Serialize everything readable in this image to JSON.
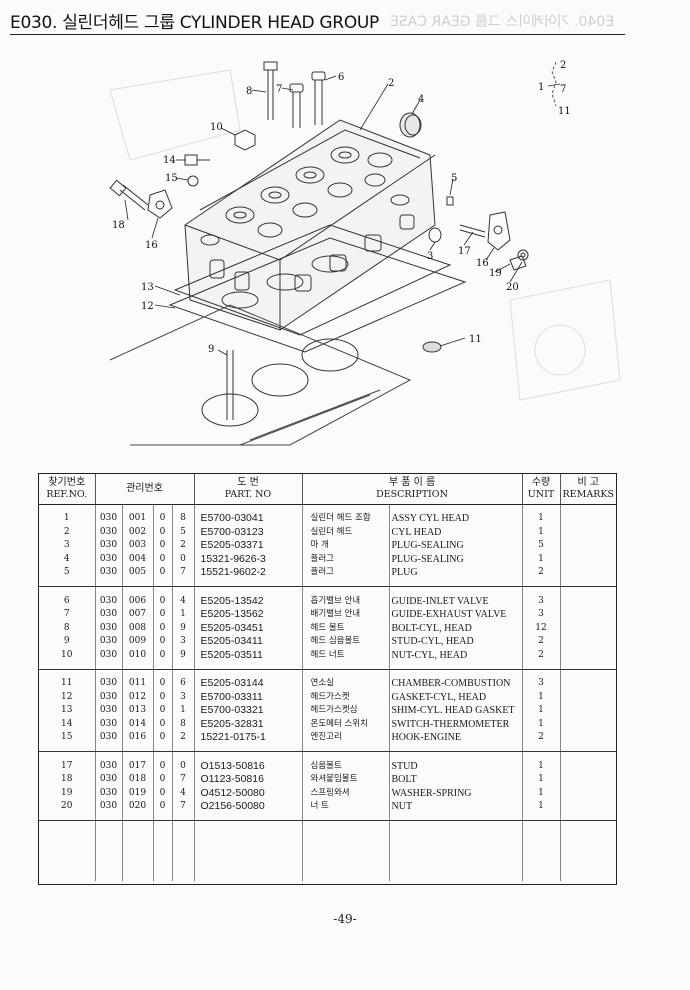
{
  "header": {
    "title": "E030. 실린더헤드 그룹 CYLINDER HEAD GROUP",
    "ghost": "E040. 기어케이스 그룹 GEAR CASE",
    "ghost_right": "E040. 기어케이스 그룹"
  },
  "diagram": {
    "callouts": [
      "1",
      "2",
      "3",
      "4",
      "5",
      "6",
      "7",
      "8",
      "9",
      "10",
      "11",
      "12",
      "13",
      "14",
      "15",
      "16",
      "17",
      "18",
      "19",
      "20"
    ],
    "index": {
      "n1": "1",
      "n2": "2",
      "n7": "7",
      "n11": "11"
    }
  },
  "table": {
    "headers": {
      "ref_kr": "찾기번호",
      "ref_en": "REF.NO.",
      "mgmt_kr": "관리번호",
      "part_kr": "도   번",
      "part_en": "PART. NO",
      "desc_kr": "부 품 이 름",
      "desc_en": "DESCRIPTION",
      "unit_kr": "수량",
      "unit_en": "UNIT",
      "remarks_kr": "비   고",
      "remarks_en": "REMARKS"
    },
    "groups": [
      [
        {
          "ref": "1",
          "g": "030",
          "c": "001",
          "d": "0",
          "k": "8",
          "part": "E5700-03041",
          "kr": "실린더 헤드 조합",
          "desc": "ASSY CYL HEAD",
          "unit": "1"
        },
        {
          "ref": "2",
          "g": "030",
          "c": "002",
          "d": "0",
          "k": "5",
          "part": "E5700-03123",
          "kr": "실린더 헤드",
          "desc": "CYL HEAD",
          "unit": "1"
        },
        {
          "ref": "3",
          "g": "030",
          "c": "003",
          "d": "0",
          "k": "2",
          "part": "E5205-03371",
          "kr": "마   개",
          "desc": "PLUG-SEALING",
          "unit": "5"
        },
        {
          "ref": "4",
          "g": "030",
          "c": "004",
          "d": "0",
          "k": "0",
          "part": "15321-9626-3",
          "kr": "플러그",
          "desc": "PLUG-SEALING",
          "unit": "1"
        },
        {
          "ref": "5",
          "g": "030",
          "c": "005",
          "d": "0",
          "k": "7",
          "part": "15521-9602-2",
          "kr": "플러그",
          "desc": "PLUG",
          "unit": "2"
        }
      ],
      [
        {
          "ref": "6",
          "g": "030",
          "c": "006",
          "d": "0",
          "k": "4",
          "part": "E5205-13542",
          "kr": "흡기밸브 안내",
          "desc": "GUIDE-INLET VALVE",
          "unit": "3"
        },
        {
          "ref": "7",
          "g": "030",
          "c": "007",
          "d": "0",
          "k": "1",
          "part": "E5205-13562",
          "kr": "배기밸브 안내",
          "desc": "GUIDE-EXHAUST VALVE",
          "unit": "3"
        },
        {
          "ref": "8",
          "g": "030",
          "c": "008",
          "d": "0",
          "k": "9",
          "part": "E5205-03451",
          "kr": "헤드 볼트",
          "desc": "BOLT-CYL, HEAD",
          "unit": "12"
        },
        {
          "ref": "9",
          "g": "030",
          "c": "009",
          "d": "0",
          "k": "3",
          "part": "E5205-03411",
          "kr": "헤드 심음볼트",
          "desc": "STUD-CYL, HEAD",
          "unit": "2"
        },
        {
          "ref": "10",
          "g": "030",
          "c": "010",
          "d": "0",
          "k": "9",
          "part": "E5205-03511",
          "kr": "헤드 너트",
          "desc": "NUT-CYL, HEAD",
          "unit": "2"
        }
      ],
      [
        {
          "ref": "11",
          "g": "030",
          "c": "011",
          "d": "0",
          "k": "6",
          "part": "E5205-03144",
          "kr": "연소실",
          "desc": "CHAMBER-COMBUSTION",
          "unit": "3"
        },
        {
          "ref": "12",
          "g": "030",
          "c": "012",
          "d": "0",
          "k": "3",
          "part": "E5700-03311",
          "kr": "헤드가스켓",
          "desc": "GASKET-CYL, HEAD",
          "unit": "1"
        },
        {
          "ref": "13",
          "g": "030",
          "c": "013",
          "d": "0",
          "k": "1",
          "part": "E5700-03321",
          "kr": "헤드가스켓심",
          "desc": "SHIM-CYL. HEAD GASKET",
          "unit": "1"
        },
        {
          "ref": "14",
          "g": "030",
          "c": "014",
          "d": "0",
          "k": "8",
          "part": "E5205-32831",
          "kr": "온도메터 스위치",
          "desc": "SWITCH-THERMOMETER",
          "unit": "1"
        },
        {
          "ref": "15",
          "g": "030",
          "c": "016",
          "d": "0",
          "k": "2",
          "part": "15221-0175-1",
          "kr": "엔진고리",
          "desc": "HOOK-ENGINE",
          "unit": "2"
        }
      ],
      [
        {
          "ref": "17",
          "g": "030",
          "c": "017",
          "d": "0",
          "k": "0",
          "part": "O1513-50816",
          "kr": "심음볼트",
          "desc": "STUD",
          "unit": "1"
        },
        {
          "ref": "18",
          "g": "030",
          "c": "018",
          "d": "0",
          "k": "7",
          "part": "O1123-50816",
          "kr": "와셔붙임볼트",
          "desc": "BOLT",
          "unit": "1"
        },
        {
          "ref": "19",
          "g": "030",
          "c": "019",
          "d": "0",
          "k": "4",
          "part": "O4512-50080",
          "kr": "스프링와셔",
          "desc": "WASHER-SPRING",
          "unit": "1"
        },
        {
          "ref": "20",
          "g": "030",
          "c": "020",
          "d": "0",
          "k": "7",
          "part": "O2156-50080",
          "kr": "너   트",
          "desc": "NUT",
          "unit": "1"
        }
      ]
    ]
  },
  "footer": {
    "page": "-49-"
  }
}
